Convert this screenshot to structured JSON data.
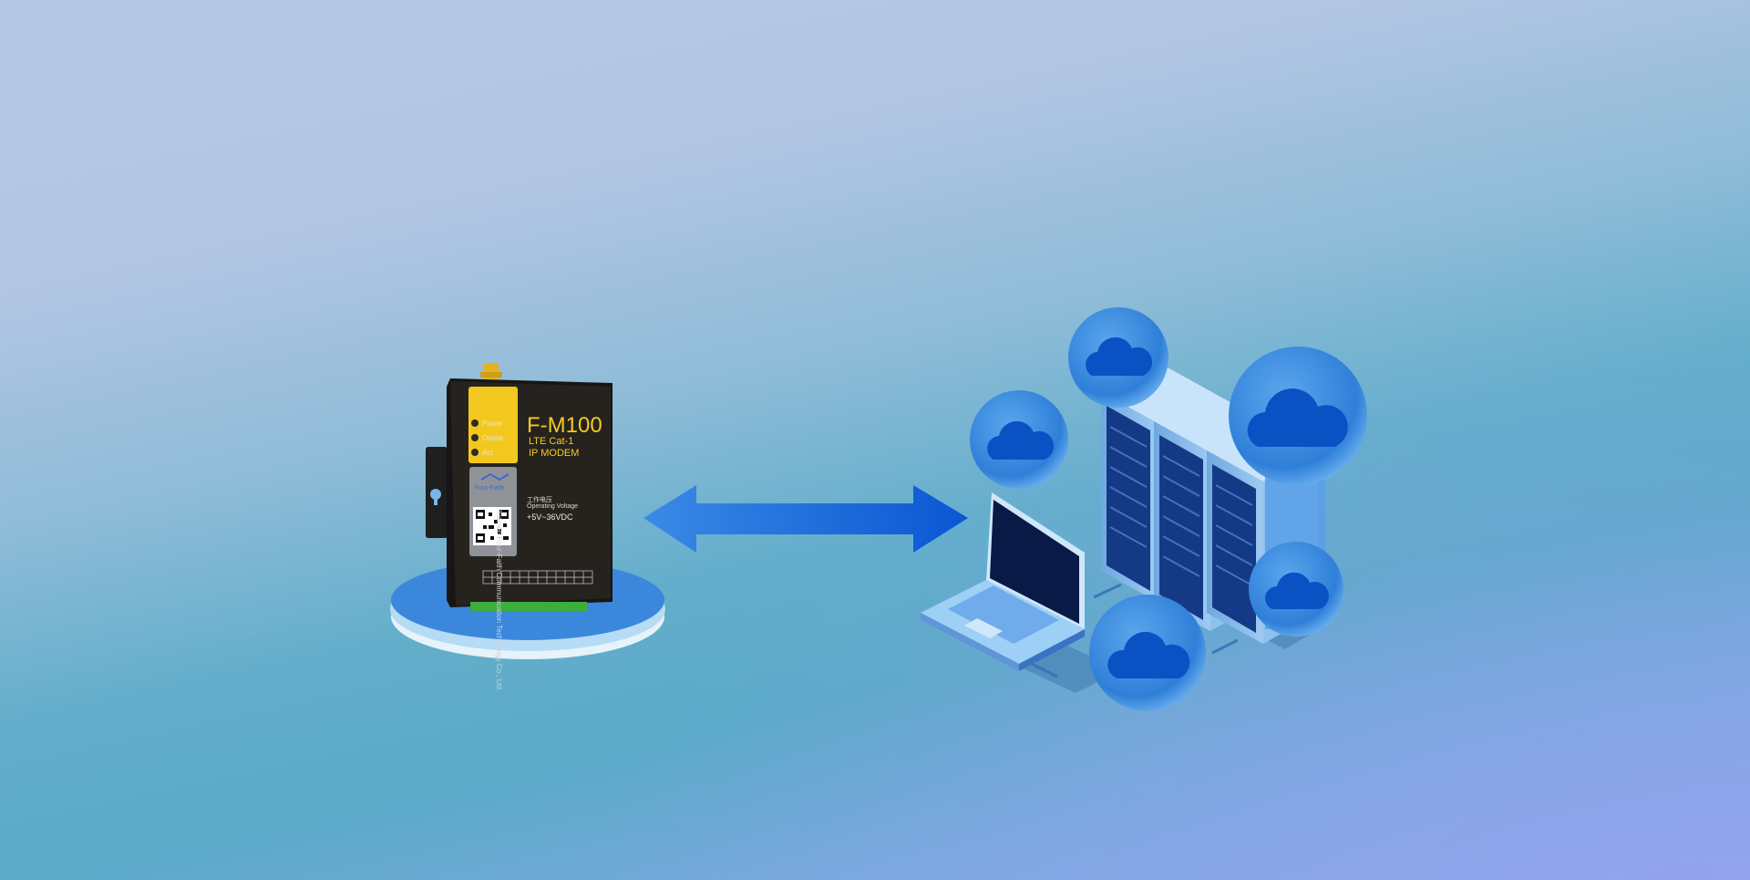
{
  "device": {
    "model": "F-M100",
    "subtitle_1": "LTE Cat-1",
    "subtitle_2": "IP MODEM",
    "leds": [
      "Power",
      "Online",
      "Act"
    ],
    "voltage_cn": "工作电压",
    "voltage_en": "Operating Voltage",
    "voltage_value": "+5V~36VDC",
    "brand": "Four-Faith",
    "company": "Xiamen Four-Faith Communication Technology Co., Ltd."
  },
  "colors": {
    "accent_yellow": "#f7cb1f",
    "arrow_blue": "#1e6fd9",
    "cloud_blue": "#3d8de0",
    "server_blue": "#a9d3f5"
  },
  "icons": [
    "double-arrow-icon",
    "laptop-icon",
    "server-rack-icon",
    "cloud-icon"
  ]
}
